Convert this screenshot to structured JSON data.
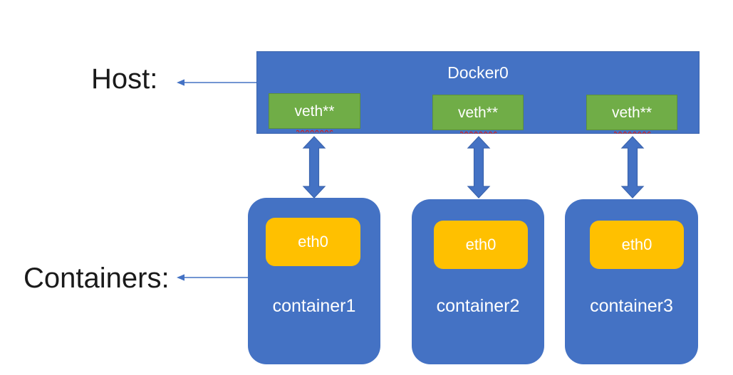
{
  "diagram": {
    "title_host": "Host:",
    "title_containers": "Containers:",
    "colors": {
      "blue": "#4472C4",
      "green": "#70AD47",
      "amber": "#FFC000",
      "white": "#FFFFFF",
      "black": "#1A1A1A",
      "spellcheck_red": "#D02020"
    },
    "host": {
      "bridge_label": "Docker0",
      "veths": [
        {
          "label": "veth**",
          "misspelled_word": "veth"
        },
        {
          "label": "veth**",
          "misspelled_word": "veth"
        },
        {
          "label": "veth**",
          "misspelled_word": "veth"
        }
      ]
    },
    "links": [
      {
        "direction": "bidirectional"
      },
      {
        "direction": "bidirectional"
      },
      {
        "direction": "bidirectional"
      }
    ],
    "containers": [
      {
        "name": "container1",
        "interface": "eth0"
      },
      {
        "name": "container2",
        "interface": "eth0"
      },
      {
        "name": "container3",
        "interface": "eth0"
      }
    ]
  }
}
